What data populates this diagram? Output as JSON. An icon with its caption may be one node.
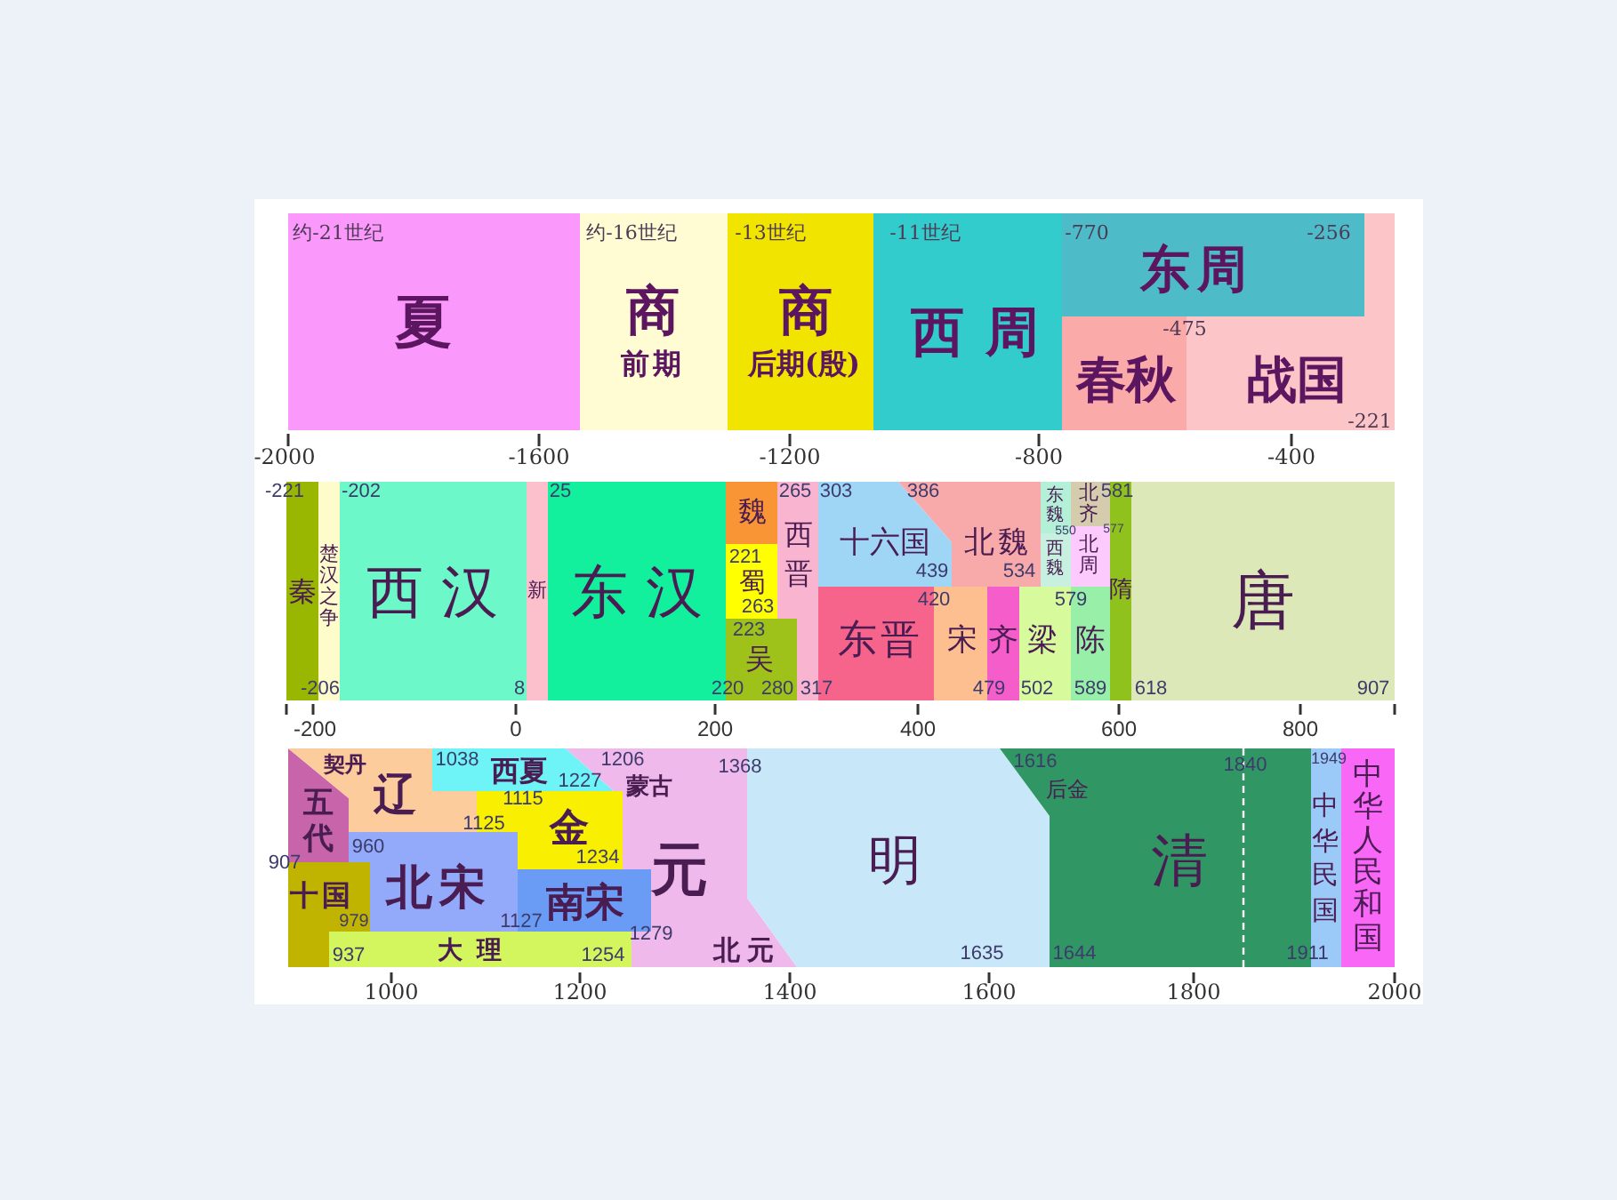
{
  "diagram": {
    "nodes": [
      {
        "text": [
          "约-21世纪",
          "夏"
        ]
      },
      {
        "text": [
          "约-16世纪",
          "商",
          "前期"
        ]
      },
      {
        "text": [
          "-13世纪",
          "商",
          "后期(殷)"
        ]
      },
      {
        "text": [
          "-11世纪",
          "西周"
        ]
      },
      {
        "text": [
          "-770",
          "东周",
          "-256"
        ]
      },
      {
        "text": [
          "春秋"
        ]
      },
      {
        "text": [
          "战国",
          "-221"
        ],
        "beside": [
          "-475"
        ]
      },
      {
        "text": [
          "秦"
        ],
        "beside": [
          "-221",
          "-206"
        ]
      },
      {
        "text": [
          "楚汉之争"
        ]
      },
      {
        "text": [
          "-202",
          "西汉",
          "8"
        ]
      },
      {
        "text": [
          "新"
        ]
      },
      {
        "text": [
          "25",
          "东汉"
        ],
        "beside": [
          "220"
        ]
      },
      {
        "text": [
          "魏"
        ]
      },
      {
        "text": [
          "221",
          "蜀",
          "263"
        ]
      },
      {
        "text": [
          "223",
          "吴",
          "280"
        ]
      },
      {
        "text": [
          "265",
          "西晋",
          "317"
        ]
      },
      {
        "text": [
          "303",
          "十六国",
          "439"
        ]
      },
      {
        "text": [
          "386",
          "北魏",
          "534"
        ]
      },
      {
        "text": [
          "东晋"
        ]
      },
      {
        "text": [
          "宋"
        ],
        "beside": [
          "420"
        ]
      },
      {
        "text": [
          "齐",
          "479"
        ]
      },
      {
        "text": [
          "东魏"
        ]
      },
      {
        "text": [
          "西魏"
        ]
      },
      {
        "text": [
          "北齐"
        ],
        "beside": [
          "550",
          "577"
        ]
      },
      {
        "text": [
          "北周"
        ]
      },
      {
        "text": [
          "梁",
          "502"
        ]
      },
      {
        "text": [
          "陈",
          "589"
        ],
        "beside": [
          "579"
        ]
      },
      {
        "text": [
          "581",
          "隋"
        ]
      },
      {
        "text": [
          "唐",
          "618",
          "907"
        ]
      },
      {
        "text": [
          "五代"
        ],
        "beside": [
          "907"
        ]
      },
      {
        "text": [
          "契丹",
          "辽"
        ],
        "beside": [
          "1125"
        ]
      },
      {
        "text": [
          "十国",
          "979"
        ]
      },
      {
        "text": [
          "960",
          "北宋"
        ]
      },
      {
        "text": [
          "937",
          "大理",
          "1254"
        ]
      },
      {
        "text": [
          "1038",
          "西夏",
          "1227"
        ]
      },
      {
        "text": [
          "1115",
          "金",
          "1234"
        ]
      },
      {
        "text": [
          "1127",
          "南宋"
        ],
        "beside": [
          "1279"
        ]
      },
      {
        "text": [
          "1206",
          "蒙古",
          "元",
          "北元"
        ]
      },
      {
        "text": [
          "明",
          "1635"
        ],
        "beside": [
          "1368"
        ]
      },
      {
        "text": [
          "1616",
          "后金",
          "1840",
          "清",
          "1644"
        ]
      },
      {
        "text": [
          "中华民国"
        ],
        "beside": [
          "1911"
        ]
      },
      {
        "text": [
          "中华人民和国"
        ],
        "beside": [
          "1949"
        ]
      }
    ],
    "labels": [
      "-2000",
      "-1600",
      "-1200",
      "-800",
      "-400",
      "-200",
      "0",
      "200",
      "400",
      "600",
      "800",
      "1000",
      "1200",
      "1400",
      "1600",
      "1800",
      "2000"
    ]
  }
}
